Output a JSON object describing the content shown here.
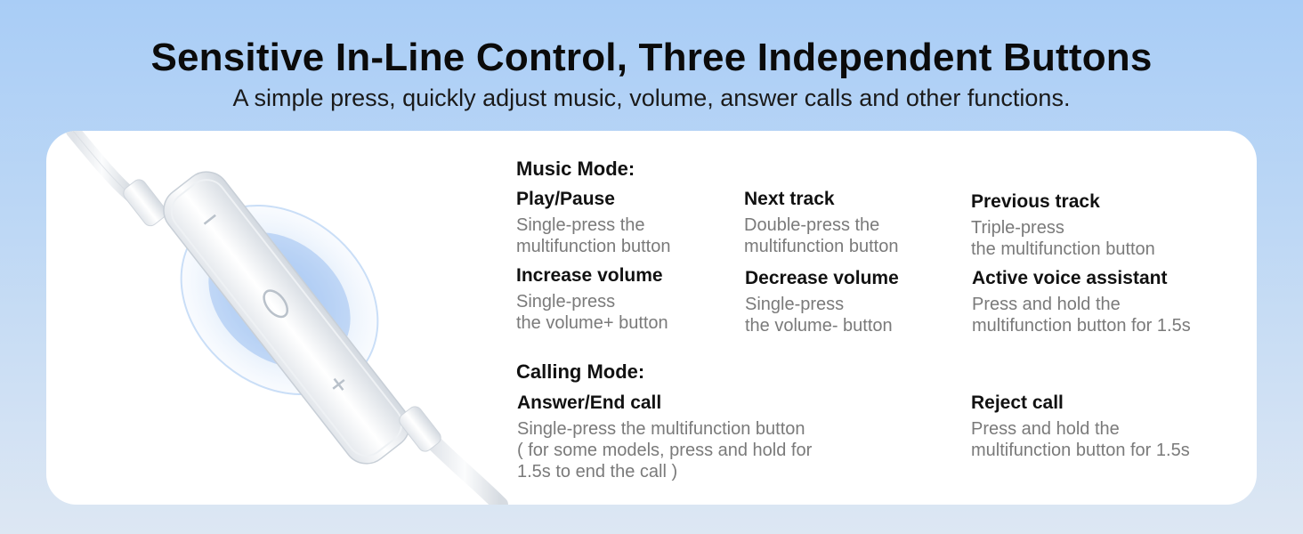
{
  "header": {
    "title": "Sensitive In-Line Control, Three Independent Buttons",
    "subtitle": "A simple press, quickly adjust music, volume, answer calls and other functions."
  },
  "music": {
    "title": "Music Mode:",
    "items": [
      {
        "title": "Play/Pause",
        "line1": "Single-press the",
        "line2": "multifunction button"
      },
      {
        "title": "Next track",
        "line1": "Double-press the",
        "line2": "multifunction button"
      },
      {
        "title": "Previous track",
        "line1": "Triple-press",
        "line2": "the multifunction button"
      },
      {
        "title": "Increase volume",
        "line1": "Single-press",
        "line2": "the volume+ button"
      },
      {
        "title": "Decrease volume",
        "line1": "Single-press",
        "line2": "the volume- button"
      },
      {
        "title": "Active voice assistant",
        "line1": "Press and hold the",
        "line2": "multifunction button for 1.5s"
      }
    ]
  },
  "calling": {
    "title": "Calling Mode:",
    "answer": {
      "title": "Answer/End call",
      "line1": "Single-press the multifunction button",
      "line2": "( for some models, press and hold for",
      "line3": "1.5s to end the call )"
    },
    "reject": {
      "title": "Reject call",
      "line1": "Press and hold the",
      "line2": "multifunction button for 1.5s"
    }
  },
  "colors": {
    "background_top": "#a9cdf6",
    "background_bottom": "#dde7f3",
    "card": "#ffffff",
    "description_text": "#7a7a7a",
    "glow": "#7fb0ee"
  },
  "icons": [
    "remote-control-illustration",
    "multifunction-button-icon",
    "volume-plus-icon",
    "volume-minus-icon"
  ]
}
